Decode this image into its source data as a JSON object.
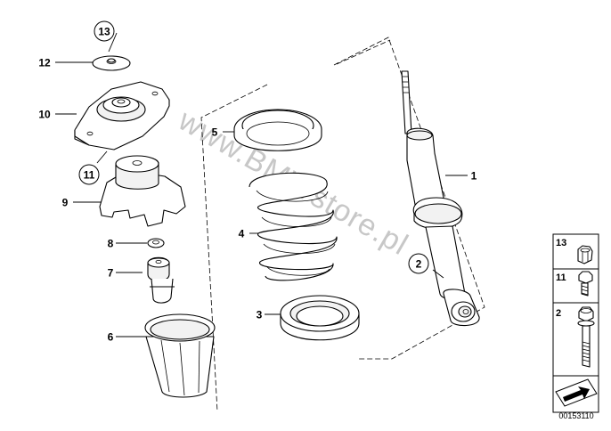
{
  "watermark": "www.BMWstore.pl",
  "doc_id": "00153110",
  "callouts": [
    {
      "id": "c1",
      "label": "1"
    },
    {
      "id": "c2",
      "label": "2",
      "circled": true
    },
    {
      "id": "c3",
      "label": "3"
    },
    {
      "id": "c4",
      "label": "4"
    },
    {
      "id": "c5",
      "label": "5"
    },
    {
      "id": "c6",
      "label": "6"
    },
    {
      "id": "c7",
      "label": "7"
    },
    {
      "id": "c8",
      "label": "8"
    },
    {
      "id": "c9",
      "label": "9"
    },
    {
      "id": "c10",
      "label": "10"
    },
    {
      "id": "c11",
      "label": "11",
      "circled": true
    },
    {
      "id": "c12",
      "label": "12"
    },
    {
      "id": "c13",
      "label": "13",
      "circled": true
    }
  ],
  "legend": [
    {
      "label": "13",
      "part": "hex-nut"
    },
    {
      "label": "11",
      "part": "hex-bolt-short"
    },
    {
      "label": "2",
      "part": "hex-bolt-long"
    }
  ]
}
